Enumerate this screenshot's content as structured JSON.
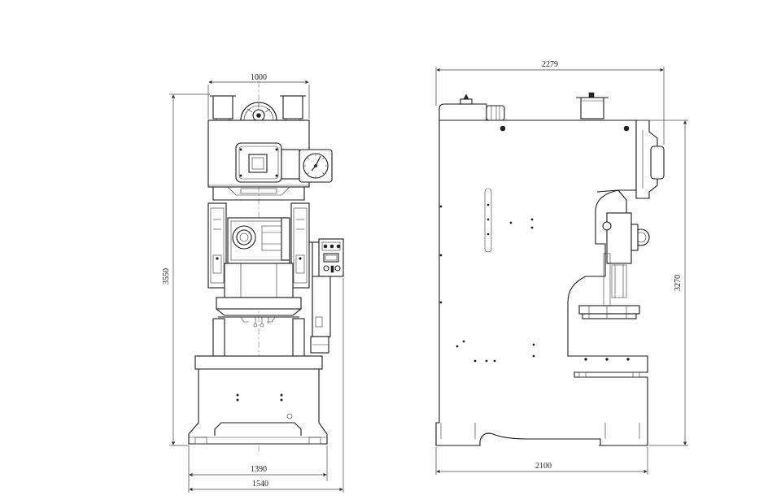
{
  "drawing": {
    "front_view": {
      "dim_top_width": "1000",
      "dim_total_height": "3550",
      "dim_base_width": "1390",
      "dim_overall_width": "1540"
    },
    "side_view": {
      "dim_top_length": "2279",
      "dim_right_height": "3270",
      "dim_base_length": "2100"
    }
  }
}
